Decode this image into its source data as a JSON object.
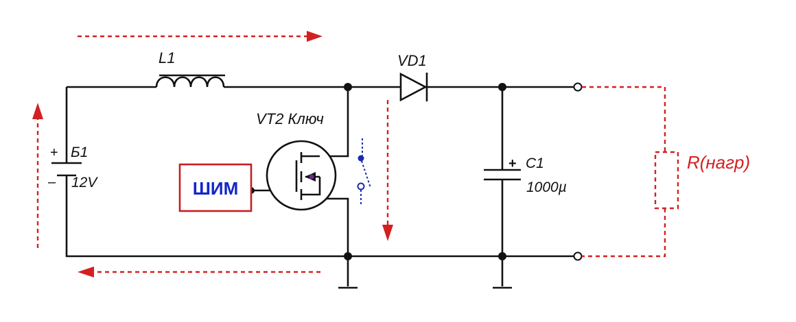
{
  "labels": {
    "inductor": "L1",
    "diode": "VD1",
    "transistor": "VT2 Ключ",
    "battery_name": "Б1",
    "battery_voltage": "12V",
    "battery_plus": "+",
    "battery_minus": "–",
    "capacitor_name": "C1",
    "capacitor_value": "1000µ",
    "capacitor_plus": "+",
    "pwm": "ШИМ",
    "load": "R(нагр)"
  },
  "colors": {
    "wire": "#111111",
    "current_arrows": "#d42020",
    "pwm_box": "#c81e1e",
    "pwm_text": "#1526c8",
    "switch_contacts": "#1a2bb0",
    "load_dashed": "#d42020"
  }
}
